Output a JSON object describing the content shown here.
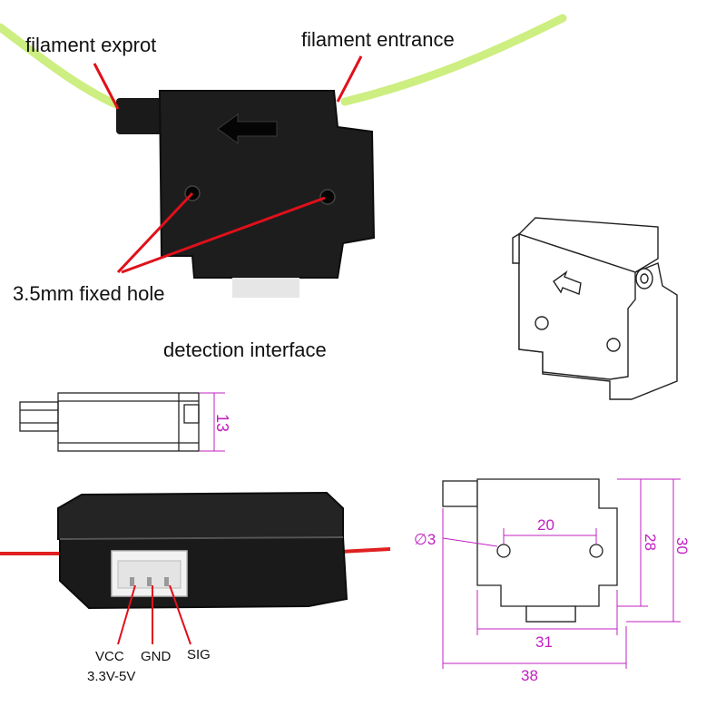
{
  "labels": {
    "filament_exprot": "filament exprot",
    "filament_entrance": "filament entrance",
    "fixed_hole": "3.5mm fixed hole",
    "detection_interface": "detection interface"
  },
  "pins": {
    "vcc": "VCC",
    "vcc_range": "3.3V-5V",
    "gnd": "GND",
    "sig": "SIG"
  },
  "dimensions": {
    "height": "13",
    "hole_diameter": "∅3",
    "hole_spacing": "20",
    "body_height": "28",
    "total_height": "30",
    "body_width": "31",
    "total_width": "38"
  },
  "colors": {
    "filament": "#d4f08a",
    "module_body": "#1b1b1b",
    "pointer": "#e0101a",
    "dimension": "#c020c0",
    "wire": "#e02020"
  }
}
